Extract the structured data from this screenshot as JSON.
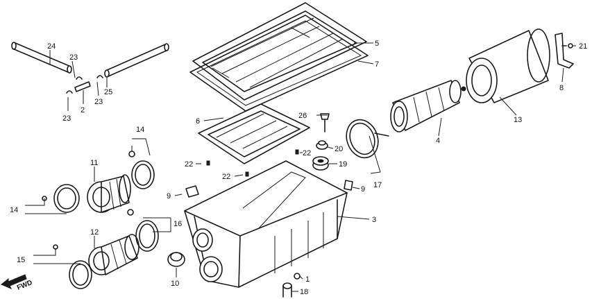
{
  "callouts": {
    "c1": "1",
    "c2": "2",
    "c3": "3",
    "c4": "4",
    "c5": "5",
    "c6": "6",
    "c7": "7",
    "c8": "8",
    "c9a": "9",
    "c9b": "9",
    "c10": "10",
    "c11": "11",
    "c12": "12",
    "c13": "13",
    "c14a": "14",
    "c14b": "14",
    "c15": "15",
    "c16": "16",
    "c17": "17",
    "c18": "18",
    "c19": "19",
    "c20": "20",
    "c21": "21",
    "c22a": "22",
    "c22b": "22",
    "c22c": "22",
    "c23a": "23",
    "c23b": "23",
    "c23c": "23",
    "c24": "24",
    "c25": "25",
    "c26": "26"
  },
  "direction_label": "FWD",
  "colors": {
    "ink": "#1a1a1a",
    "background": "#ffffff"
  }
}
